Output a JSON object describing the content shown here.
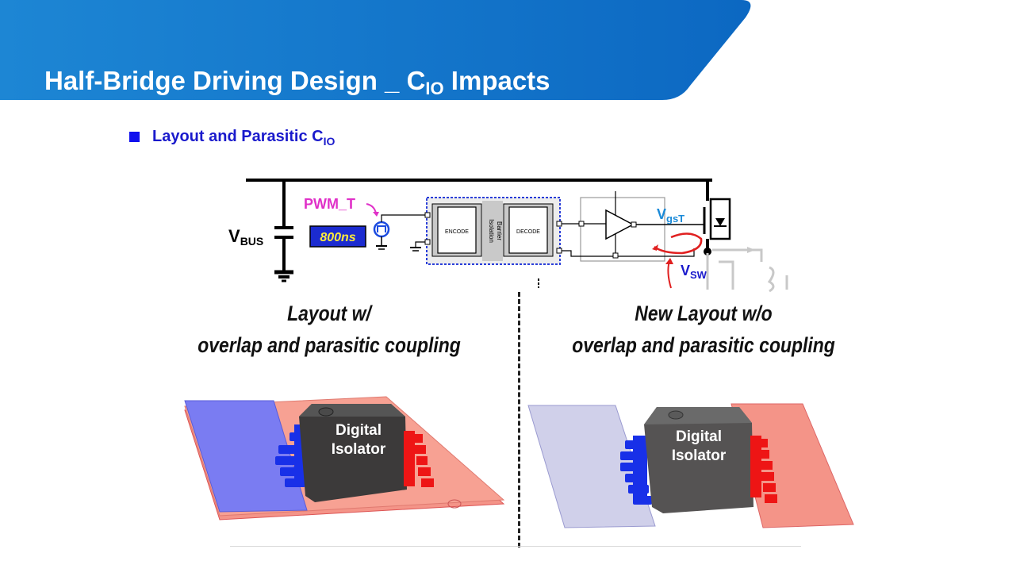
{
  "header": {
    "title_main": "Half-Bridge Driving Design _ C",
    "title_sub": "IO",
    "title_tail": " Impacts",
    "banner_color": "#1178c9"
  },
  "bullet": {
    "text_main": "Layout and Parasitic C",
    "text_sub": "IO",
    "color": "#1a1acc"
  },
  "schematic": {
    "pwm_label": "PWM_T",
    "pwm_time": "800ns",
    "vbus_main": "V",
    "vbus_sub": "BUS",
    "encode": "ENCODE",
    "isolation_1": "Isolation",
    "isolation_2": "Barrier",
    "decode": "DECODE",
    "vgst_main": "V",
    "vgst_sub": "gsT",
    "vsw_main": "V",
    "vsw_sub": "SW"
  },
  "left": {
    "caption_line1": "Layout w/",
    "caption_line2": "overlap and parasitic coupling",
    "chip_line1": "Digital",
    "chip_line2": "Isolator"
  },
  "right": {
    "caption_line1": "New Layout w/o",
    "caption_line2": "overlap and parasitic coupling",
    "chip_line1": "Digital",
    "chip_line2": "Isolator"
  }
}
